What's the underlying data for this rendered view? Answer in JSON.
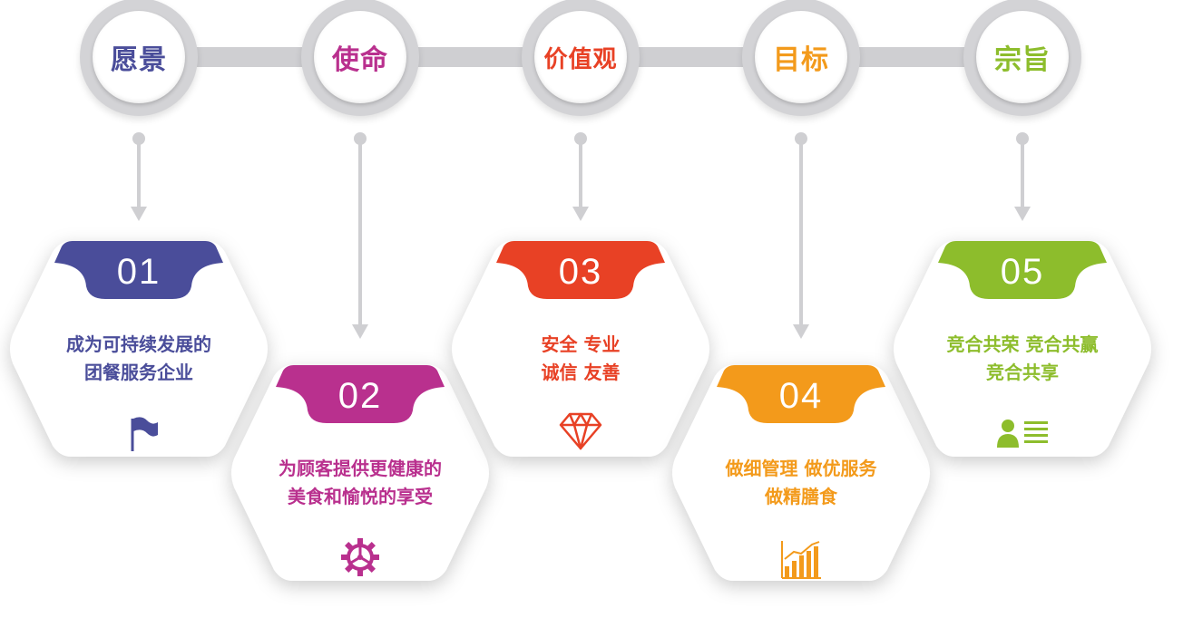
{
  "colors": {
    "vision": "#4a4d9a",
    "mission": "#b9308e",
    "values": "#e84125",
    "goal": "#f39a1b",
    "purpose": "#8dbd2c",
    "connector": "#cfcfd2"
  },
  "nodes": [
    {
      "label": "愿景"
    },
    {
      "label": "使命"
    },
    {
      "label": "价值观"
    },
    {
      "label": "目标"
    },
    {
      "label": "宗旨"
    }
  ],
  "cards": [
    {
      "number": "01",
      "text": "成为可持续发展的\n团餐服务企业",
      "icon": "flag-icon"
    },
    {
      "number": "02",
      "text": "为顾客提供更健康的\n美食和愉悦的享受",
      "icon": "gear-icon"
    },
    {
      "number": "03",
      "text": "安全 专业\n诚信 友善",
      "icon": "diamond-icon"
    },
    {
      "number": "04",
      "text": "做细管理  做优服务\n做精膳食",
      "icon": "bar-chart-icon"
    },
    {
      "number": "05",
      "text": "竞合共荣 竞合共赢\n竞合共享",
      "icon": "user-list-icon"
    }
  ]
}
